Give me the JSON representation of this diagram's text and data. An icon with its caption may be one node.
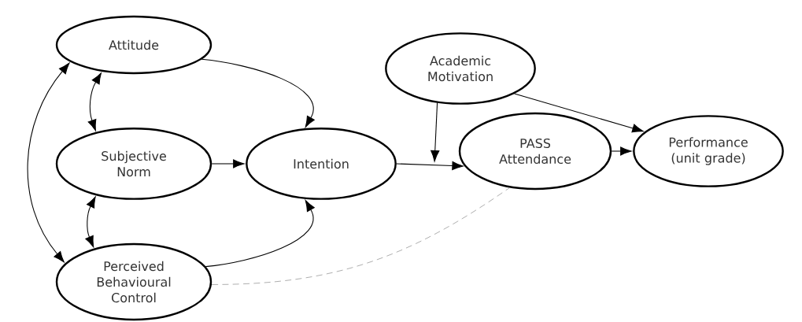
{
  "diagram": {
    "nodes": [
      {
        "text": [
          "Attitude"
        ]
      },
      {
        "text": [
          "Subjective Norm"
        ]
      },
      {
        "text": [
          "Perceived Behavioural Control"
        ]
      },
      {
        "text": [
          "Intention"
        ]
      },
      {
        "text": [
          "Academic Motivation"
        ]
      },
      {
        "text": [
          "PASS Attendance"
        ]
      },
      {
        "text": [
          "Performance (unit grade)"
        ]
      }
    ],
    "edges": [
      {
        "from": 0,
        "to": 3,
        "arrow": "to"
      },
      {
        "from": 1,
        "to": 3,
        "arrow": "to"
      },
      {
        "from": 2,
        "to": 3,
        "arrow": "to"
      },
      {
        "from": 0,
        "to": 1,
        "arrow": "both"
      },
      {
        "from": 1,
        "to": 2,
        "arrow": "both"
      },
      {
        "from": 0,
        "to": 2,
        "arrow": "both"
      },
      {
        "from": 3,
        "to": 5,
        "arrow": "to"
      },
      {
        "from": 4,
        "to": null,
        "arrow": "to"
      },
      {
        "from": 4,
        "to": 6,
        "arrow": "to"
      },
      {
        "from": 5,
        "to": 6,
        "arrow": "to"
      },
      {
        "from": 2,
        "to": 5,
        "arrow": "none",
        "style": "dashed",
        "color": "#666666"
      }
    ]
  }
}
